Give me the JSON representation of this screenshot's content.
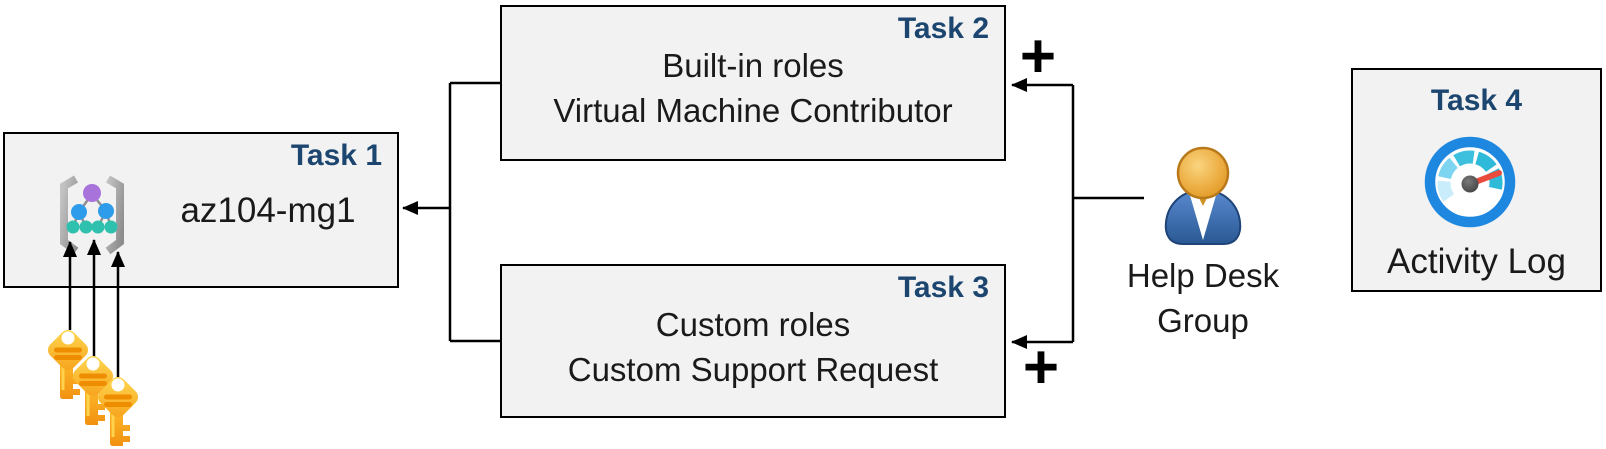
{
  "diagram": {
    "tasks": {
      "task1": {
        "label": "Task 1",
        "title": "az104-mg1"
      },
      "task2": {
        "label": "Task 2",
        "line1": "Built-in roles",
        "line2": "Virtual Machine Contributor"
      },
      "task3": {
        "label": "Task 3",
        "line1": "Custom roles",
        "line2": "Custom Support Request"
      },
      "task4": {
        "label": "Task 4",
        "caption": "Activity Log"
      }
    },
    "group": {
      "line1": "Help Desk",
      "line2": "Group"
    },
    "annotations": {
      "plus_task2": "+",
      "plus_task3": "+"
    },
    "icons": {
      "task1": "management-group-icon",
      "task1_attached": "keys-icon",
      "group": "user-icon",
      "task4": "gauge-icon"
    },
    "colors": {
      "background": "#ffffff",
      "box_fill": "#f2f2f2",
      "box_border": "#000000",
      "task_label": "#1c4670",
      "body_text": "#1a1a1a",
      "connector": "#000000",
      "key_gold": "#ffc41f",
      "key_stripe": "#ef8d00",
      "mg_bracket": "#a3a3a3",
      "mg_purple": "#a873db",
      "mg_blue": "#2f9ceb",
      "mg_teal": "#2fc0ae",
      "person_body_blue": "#3b6fb0",
      "person_head_gold": "#e8a93c",
      "gauge_ring_blue": "#1e87e0",
      "gauge_arc_light": "#c9edfb",
      "gauge_arc_mid": "#7ed5f1",
      "gauge_arc_dark": "#2fbad9",
      "gauge_needle_red": "#e94b3d"
    }
  }
}
